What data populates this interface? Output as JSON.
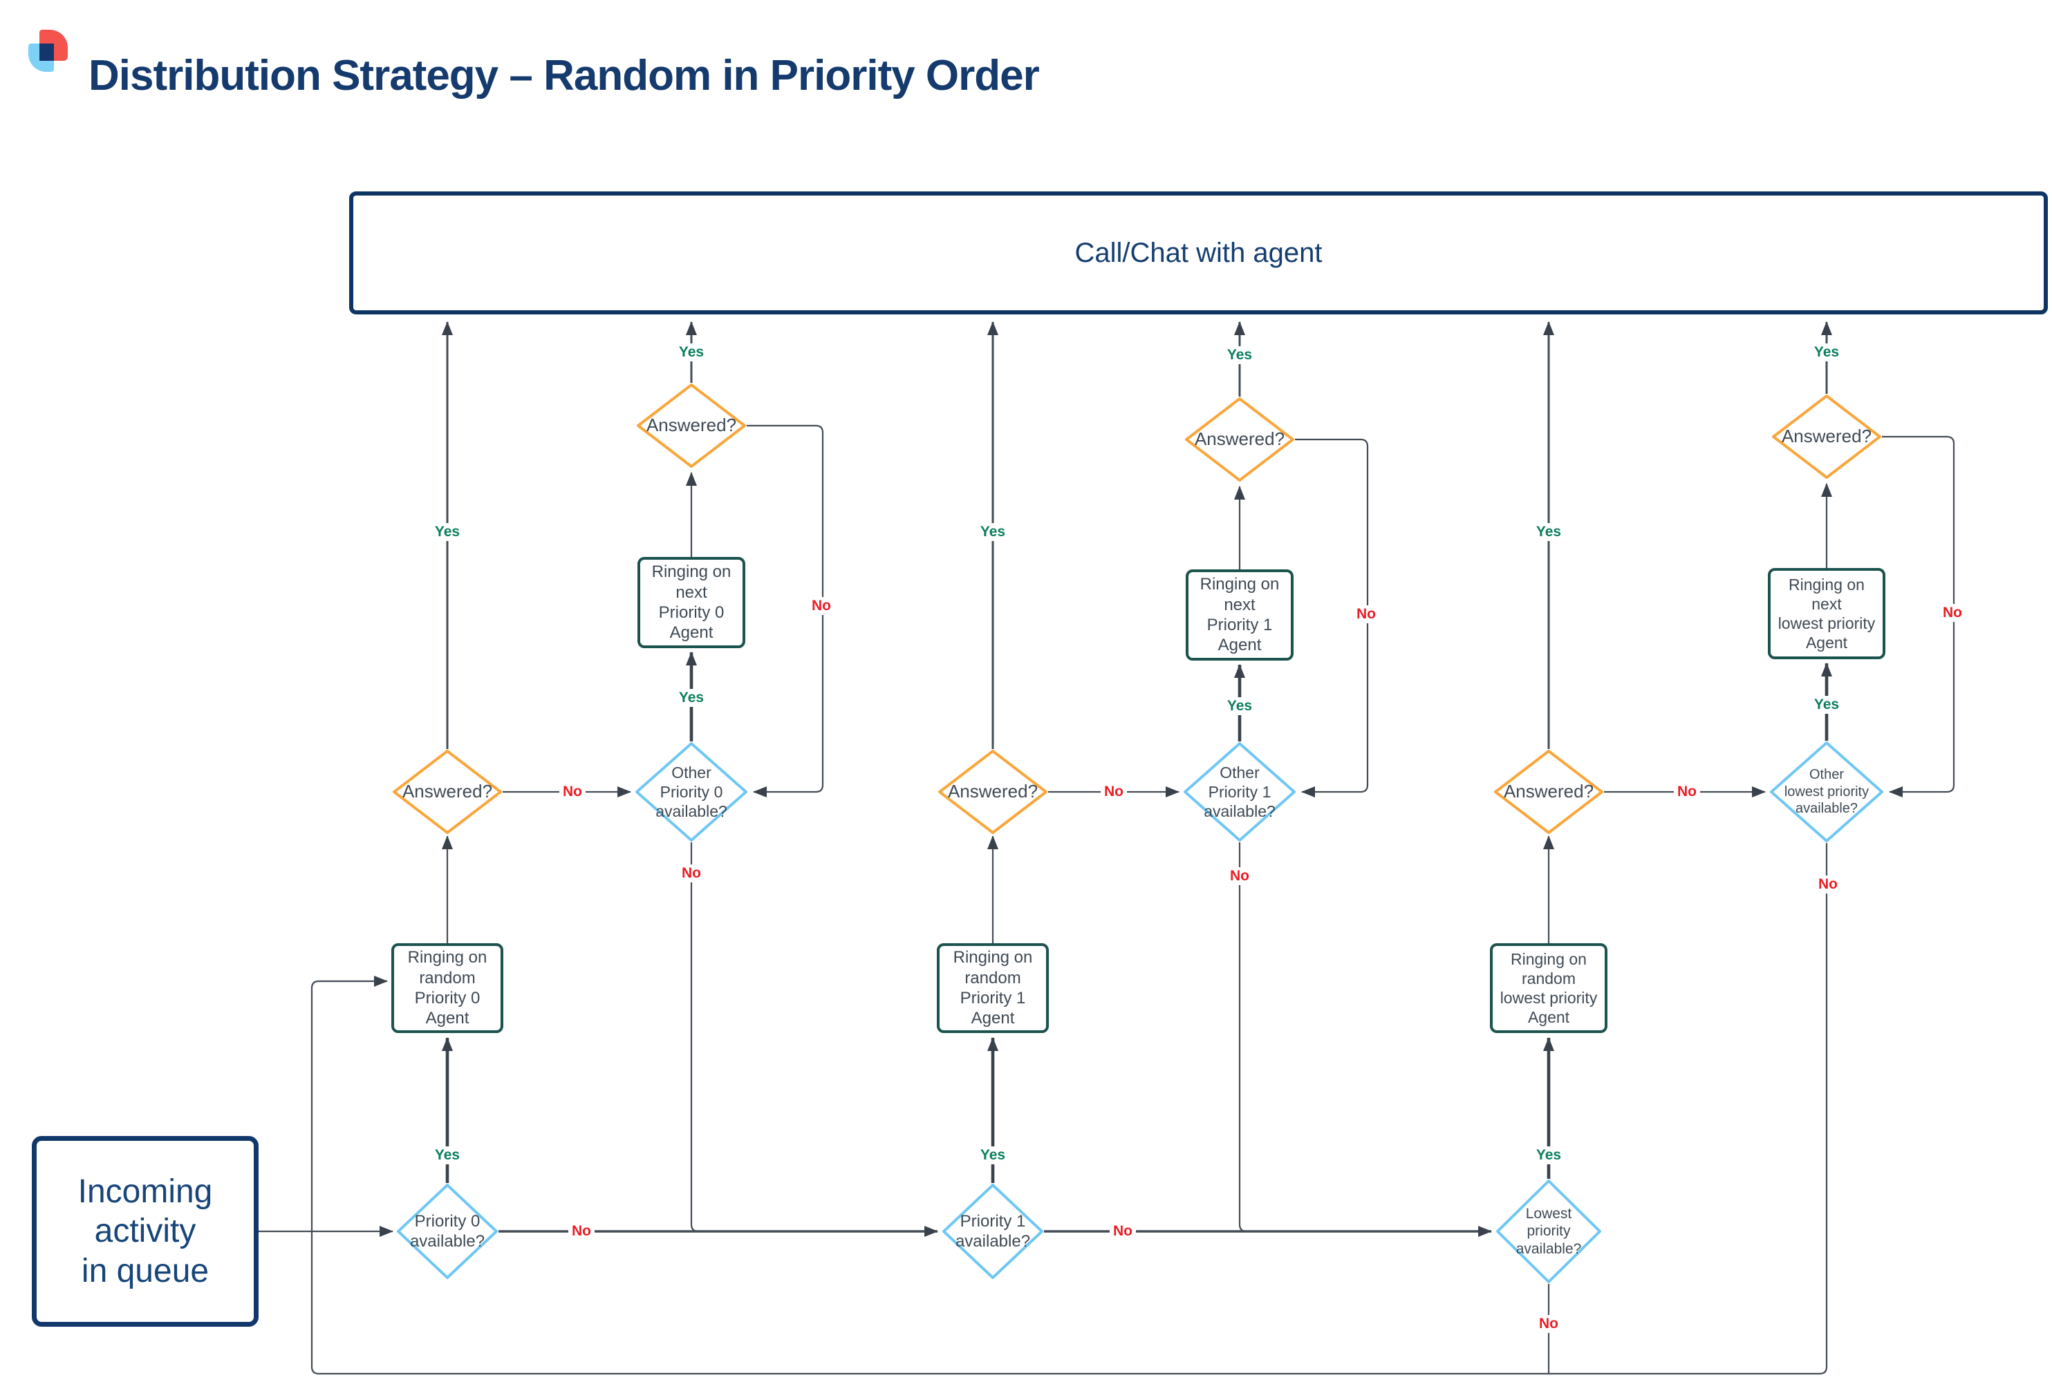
{
  "header": {
    "title": "Distribution Strategy – Random in Priority Order"
  },
  "logo": {
    "colors": {
      "red": "#f4534e",
      "light_blue": "#7dd0f6",
      "navy": "#13366b"
    }
  },
  "labels": {
    "yes": "Yes",
    "no": "No"
  },
  "nodes": {
    "call_chat": "Call/Chat with agent",
    "incoming": "Incoming\nactivity\nin queue",
    "answered": "Answered?",
    "p0_available": "Priority 0\navailable?",
    "p1_available": "Priority 1\navailable?",
    "lowest_available": "Lowest\npriority\navailable?",
    "ringing_random_p0": "Ringing on\nrandom\nPriority 0\nAgent",
    "ringing_random_p1": "Ringing on\nrandom\nPriority 1\nAgent",
    "ringing_random_lowest": "Ringing on\nrandom\nlowest priority\nAgent",
    "other_p0": "Other\nPriority 0\navailable?",
    "other_p1": "Other\nPriority 1\navailable?",
    "other_lowest": "Other\nlowest priority\navailable?",
    "ringing_next_p0": "Ringing on\nnext\nPriority 0\nAgent",
    "ringing_next_p1": "Ringing on\nnext\nPriority 1\nAgent",
    "ringing_next_lowest": "Ringing on\nnext\nlowest priority\nAgent"
  },
  "colors": {
    "title_navy": "#153a6d",
    "box_navy_border": "#12386b",
    "decision_orange": "#f9a63c",
    "decision_blue": "#70c7f4",
    "process_teal": "#1b534e",
    "node_text": "#3f4a55",
    "edge_line": "#434c56",
    "yes_green": "#0b7e5e",
    "no_red": "#eb1c24"
  }
}
